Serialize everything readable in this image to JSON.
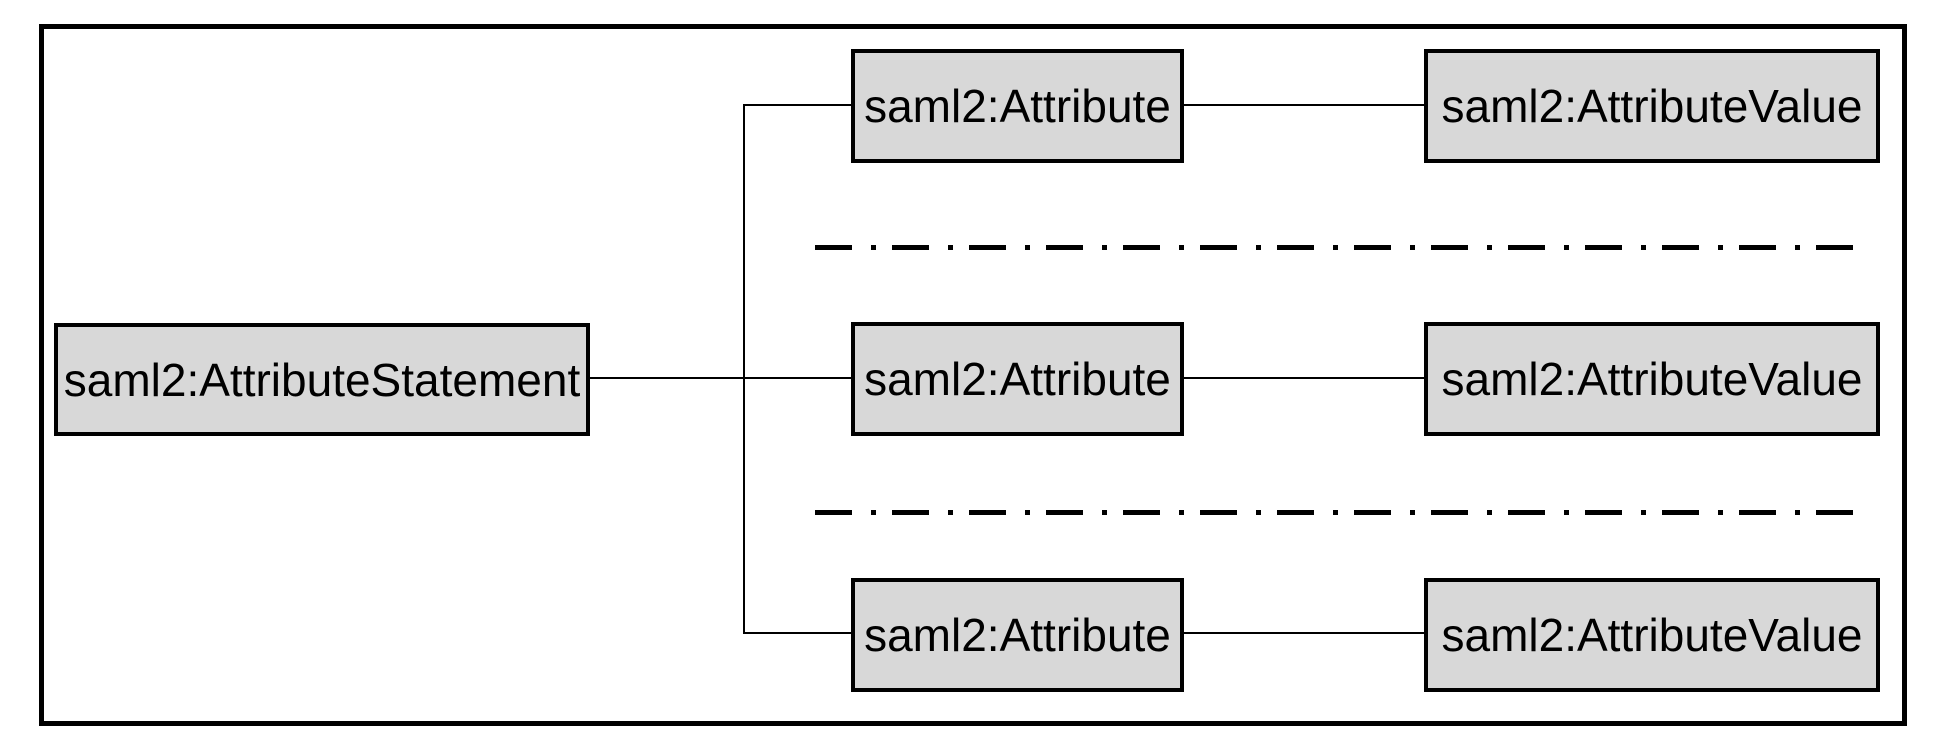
{
  "diagram": {
    "type": "schema-structure",
    "root": {
      "label": "saml2:AttributeStatement"
    },
    "rows": [
      {
        "attribute": {
          "label": "saml2:Attribute"
        },
        "value": {
          "label": "saml2:AttributeValue"
        }
      },
      {
        "attribute": {
          "label": "saml2:Attribute"
        },
        "value": {
          "label": "saml2:AttributeValue"
        }
      },
      {
        "attribute": {
          "label": "saml2:Attribute"
        },
        "value": {
          "label": "saml2:AttributeValue"
        }
      }
    ],
    "ellipsis_line_count": 2,
    "ellipsis_style": "dash-dot",
    "colors": {
      "box_fill": "#d8d8d8",
      "box_border": "#000000",
      "line": "#000000",
      "background": "#ffffff"
    }
  }
}
